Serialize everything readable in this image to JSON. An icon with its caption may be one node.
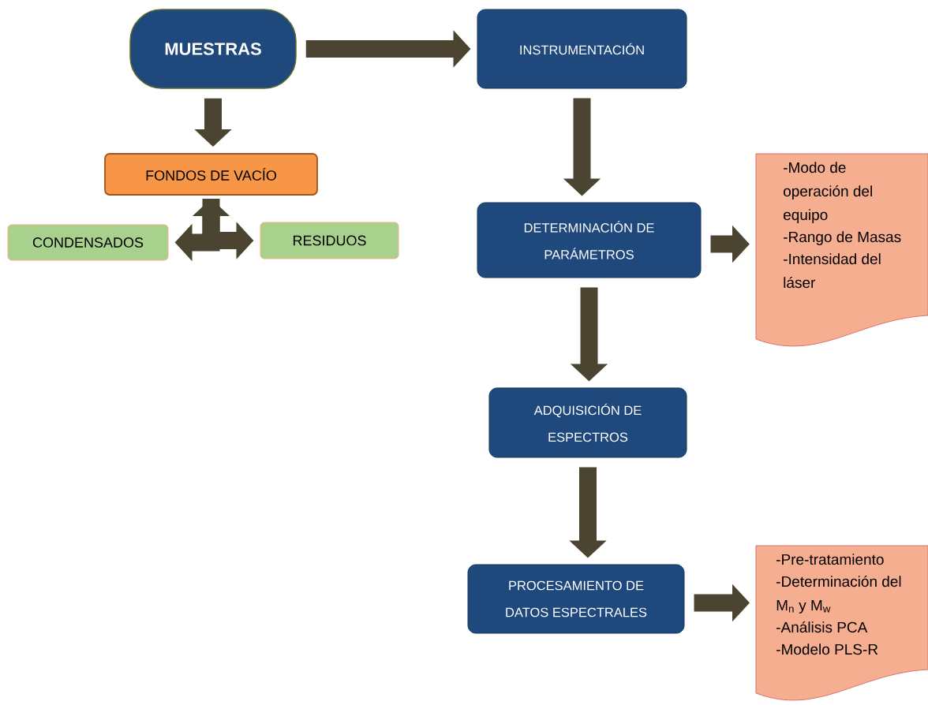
{
  "diagram": {
    "nodes": [
      {
        "text": [
          "MUESTRAS"
        ]
      },
      {
        "text": [
          "INSTRUMENTACIÓN"
        ]
      },
      {
        "text": [
          "FONDOS DE VACÍO"
        ]
      },
      {
        "text": [
          "CONDENSADOS"
        ]
      },
      {
        "text": [
          "RESIDUOS"
        ]
      },
      {
        "text": [
          "DETERMINACIÓN DE PARÁMETROS"
        ]
      },
      {
        "text": [
          "-Modo de operación del equipo",
          "-Rango de Masas",
          "-Intensidad del láser"
        ]
      },
      {
        "text": [
          "ADQUISICIÓN DE ESPECTROS"
        ]
      },
      {
        "text": [
          "PROCESAMIENTO DE DATOS ESPECTRALES"
        ]
      },
      {
        "text": [
          "-Pre-tratamiento",
          "-Determinación del  M$_{n}$ y M$_{w}$",
          "-Análisis PCA",
          "-Modelo PLS-R"
        ]
      }
    ],
    "edges": [
      {
        "from": 0,
        "to": 1,
        "arrow": "to"
      },
      {
        "from": 0,
        "to": 2,
        "arrow": "to"
      },
      {
        "from": 2,
        "to": 3,
        "arrow": "both"
      },
      {
        "from": 2,
        "to": 4,
        "arrow": "to"
      },
      {
        "from": 1,
        "to": 5,
        "arrow": "to"
      },
      {
        "from": 5,
        "to": 6,
        "arrow": "to"
      },
      {
        "from": 5,
        "to": 7,
        "arrow": "to"
      },
      {
        "from": 7,
        "to": 8,
        "arrow": "to"
      },
      {
        "from": 8,
        "to": 9,
        "arrow": "to"
      }
    ]
  }
}
